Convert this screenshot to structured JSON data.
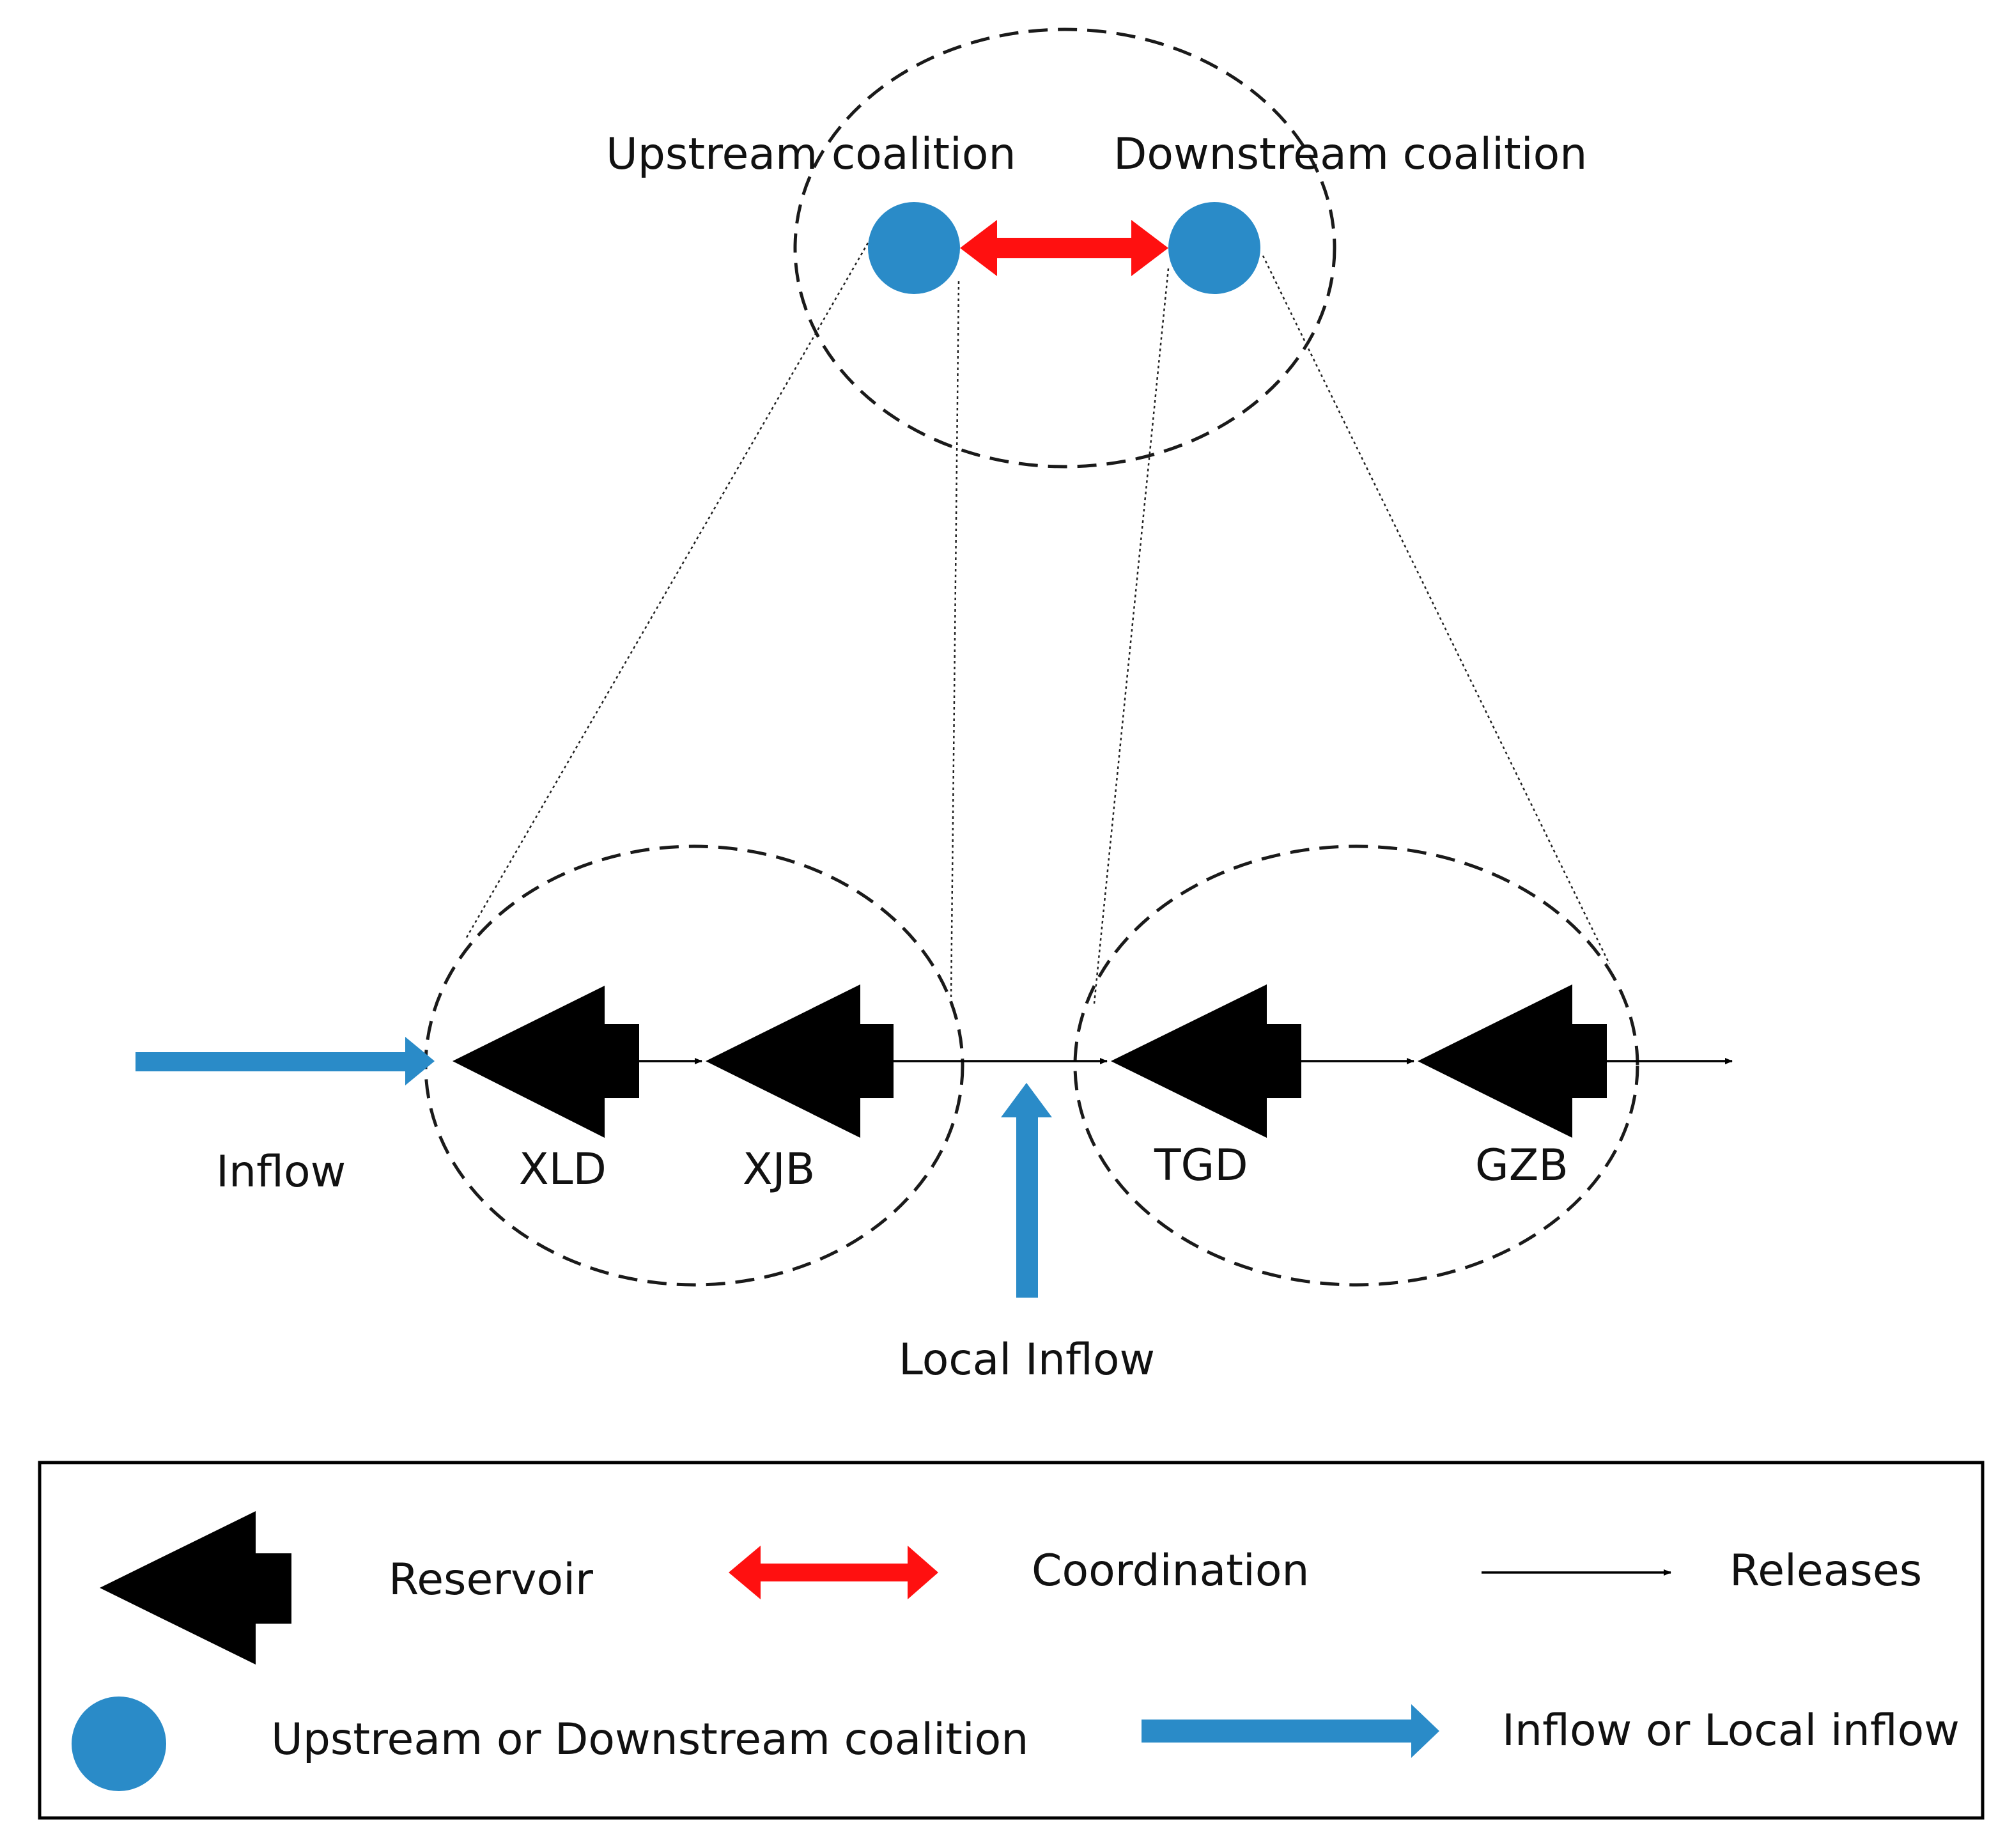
{
  "colors": {
    "blue": "#2A8BC8",
    "red": "#FF1010",
    "black": "#000000",
    "dash": "#1a1a1a"
  },
  "labels": {
    "upstream_coalition": "Upstream coalition",
    "downstream_coalition": "Downstream coalition",
    "inflow": "Inflow",
    "local_inflow": "Local Inflow"
  },
  "reservoirs": [
    {
      "id": "xld",
      "label": "XLD"
    },
    {
      "id": "xjb",
      "label": "XJB"
    },
    {
      "id": "tgd",
      "label": "TGD"
    },
    {
      "id": "gzb",
      "label": "GZB"
    }
  ],
  "legend": {
    "reservoir": "Reservoir",
    "coordination": "Coordination",
    "releases": "Releases",
    "coalition": "Upstream or Downstream coalition",
    "inflow": "Inflow or Local inflow"
  }
}
